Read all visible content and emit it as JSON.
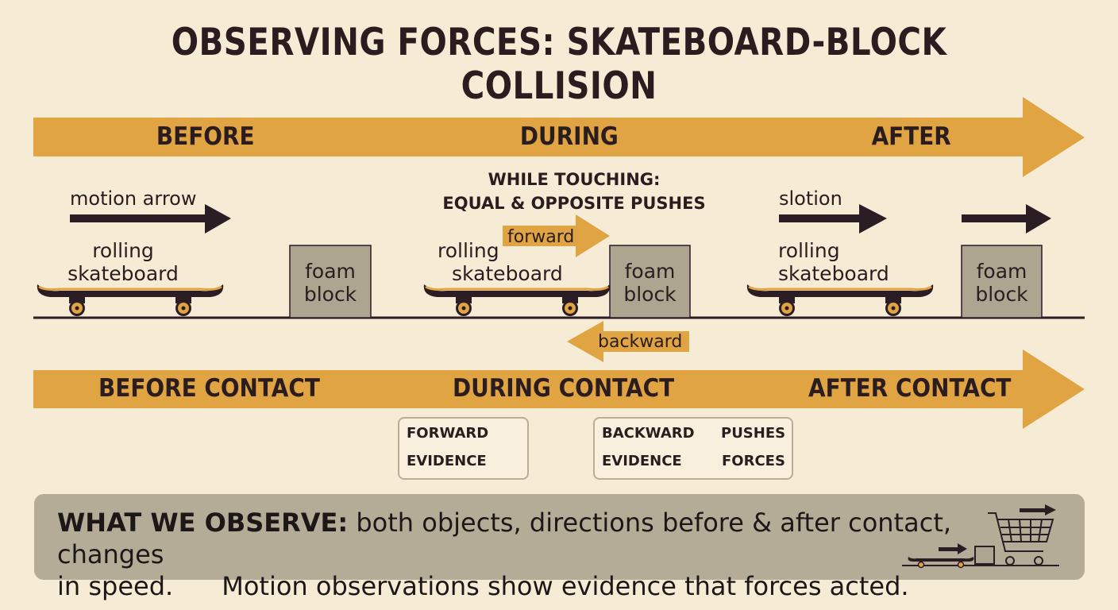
{
  "title": "OBSERVING FORCES: SKATEBOARD-BLOCK COLLISION",
  "timeline_top": {
    "before": "BEFORE",
    "during": "DURING",
    "after": "AFTER"
  },
  "before_scene": {
    "motion_label": "motion arrow",
    "skateboard_label_1": "rolling",
    "skateboard_label_2": "skateboard",
    "block_label_1": "foam",
    "block_label_2": "block"
  },
  "during_scene": {
    "note_1": "WHILE TOUCHING:",
    "note_2": "EQUAL & OPPOSITE PUSHES",
    "forward_label": "forward",
    "backward_label": "backward",
    "skateboard_label_1": "rolling",
    "skateboard_label_2": "skateboard",
    "block_label_1": "foam",
    "block_label_2": "block"
  },
  "after_scene": {
    "motion_label": "slotion",
    "skateboard_label_1": "rolling",
    "skateboard_label_2": "skateboard",
    "block_label_1": "foam",
    "block_label_2": "block"
  },
  "timeline_bottom": {
    "before": "BEFORE CONTACT",
    "during": "DURING CONTACT",
    "after": "AFTER CONTACT"
  },
  "legend_left": {
    "row1": "FORWARD",
    "row2": "EVIDENCE"
  },
  "legend_right": {
    "row1_left": "BACKWARD",
    "row1_right": "PUSHES",
    "row2_left": "EVIDENCE",
    "row2_right": "FORCES"
  },
  "observe": {
    "heading": "WHAT WE OBSERVE:",
    "line1": " both objects, directions before & after contact, changes",
    "line2": "in speed.      Motion observations show evidence that forces acted."
  },
  "colors": {
    "background": "#f6ecd6",
    "band": "#e0a443",
    "dark": "#2b1d24",
    "block": "#aea591",
    "panel": "#b5ac97"
  },
  "icons": [
    "motion-arrow-icon",
    "skateboard-icon",
    "foam-block-icon",
    "forward-arrow-icon",
    "backward-arrow-icon",
    "shopping-cart-icon"
  ]
}
